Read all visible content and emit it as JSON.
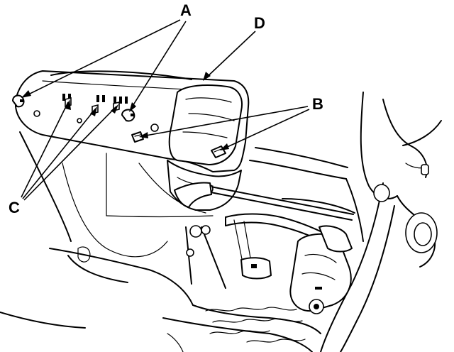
{
  "callouts": {
    "a": "A",
    "b": "B",
    "c": "C",
    "d": "D"
  }
}
